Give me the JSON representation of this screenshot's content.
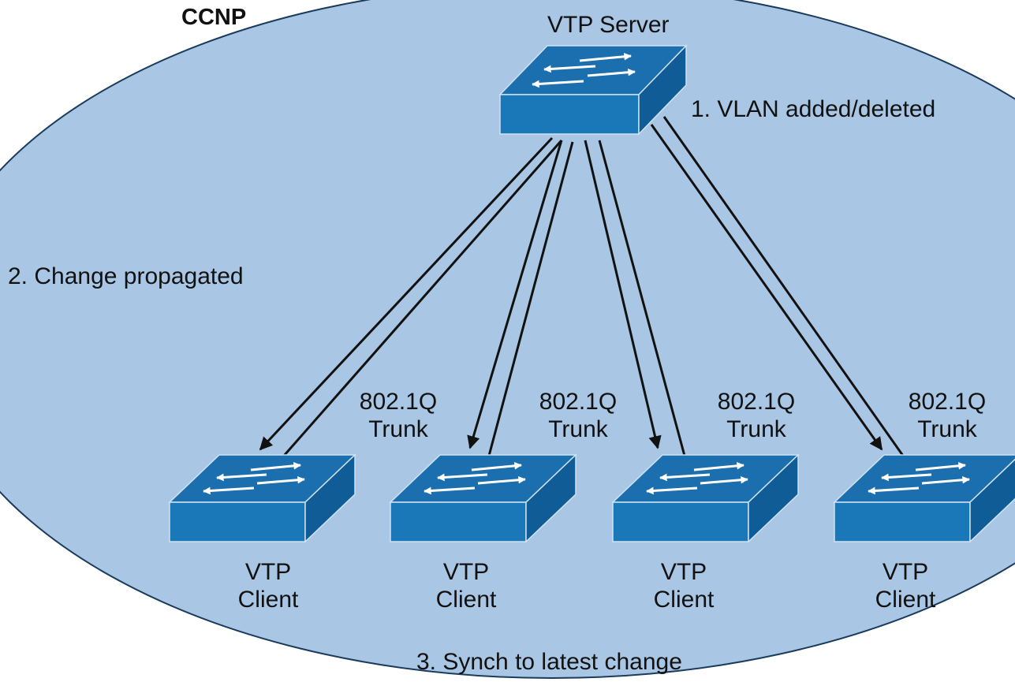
{
  "domain_label": "CCNP",
  "server": {
    "label": "VTP Server"
  },
  "steps": {
    "step1": "1. VLAN added/deleted",
    "step2": "2. Change propagated",
    "step3": "3. Synch to latest change"
  },
  "clients": [
    {
      "line1": "VTP",
      "line2": "Client",
      "trunk_line1": "802.1Q",
      "trunk_line2": "Trunk"
    },
    {
      "line1": "VTP",
      "line2": "Client",
      "trunk_line1": "802.1Q",
      "trunk_line2": "Trunk"
    },
    {
      "line1": "VTP",
      "line2": "Client",
      "trunk_line1": "802.1Q",
      "trunk_line2": "Trunk"
    },
    {
      "line1": "VTP",
      "line2": "Client",
      "trunk_line1": "802.1Q",
      "trunk_line2": "Trunk"
    }
  ],
  "colors": {
    "domain_fill": "#a9c7e4",
    "switch_top": "#1b6fae",
    "switch_front": "#1b78b8",
    "switch_side": "#0f5c97",
    "switch_edge": "#cfe2f2",
    "arrow": "#111111"
  }
}
